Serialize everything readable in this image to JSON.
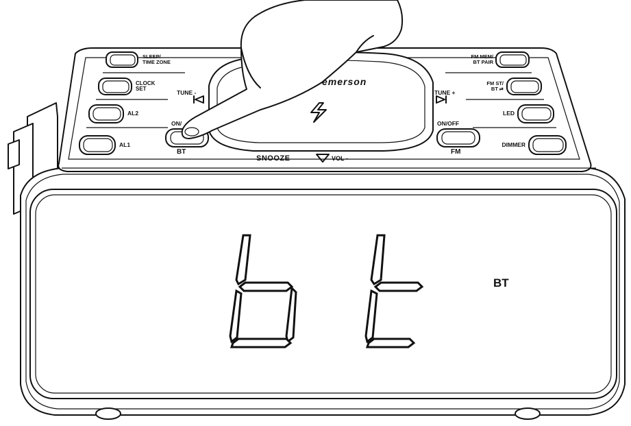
{
  "brand": "emerson",
  "buttons_left": [
    {
      "label": "SLEEP/\nTIME ZONE"
    },
    {
      "label": "CLOCK\nSET"
    },
    {
      "label": "AL2"
    },
    {
      "label": "AL1"
    }
  ],
  "buttons_right": [
    {
      "label": "FM MEM/!\nBT PAIR"
    },
    {
      "label": "FM ST/!\nBT ⏯"
    },
    {
      "label": "LED"
    },
    {
      "label": "DIMMER"
    }
  ],
  "tune_minus": "TUNE -",
  "tune_plus": "TUNE +",
  "on_off_left": "ON/",
  "bt_label": "BT",
  "on_off_right": "ON/OFF",
  "fm_label": "FM",
  "snooze": "SNOOZE",
  "vol": "VOL -",
  "display_text": "bt",
  "display_indicator": "BT"
}
